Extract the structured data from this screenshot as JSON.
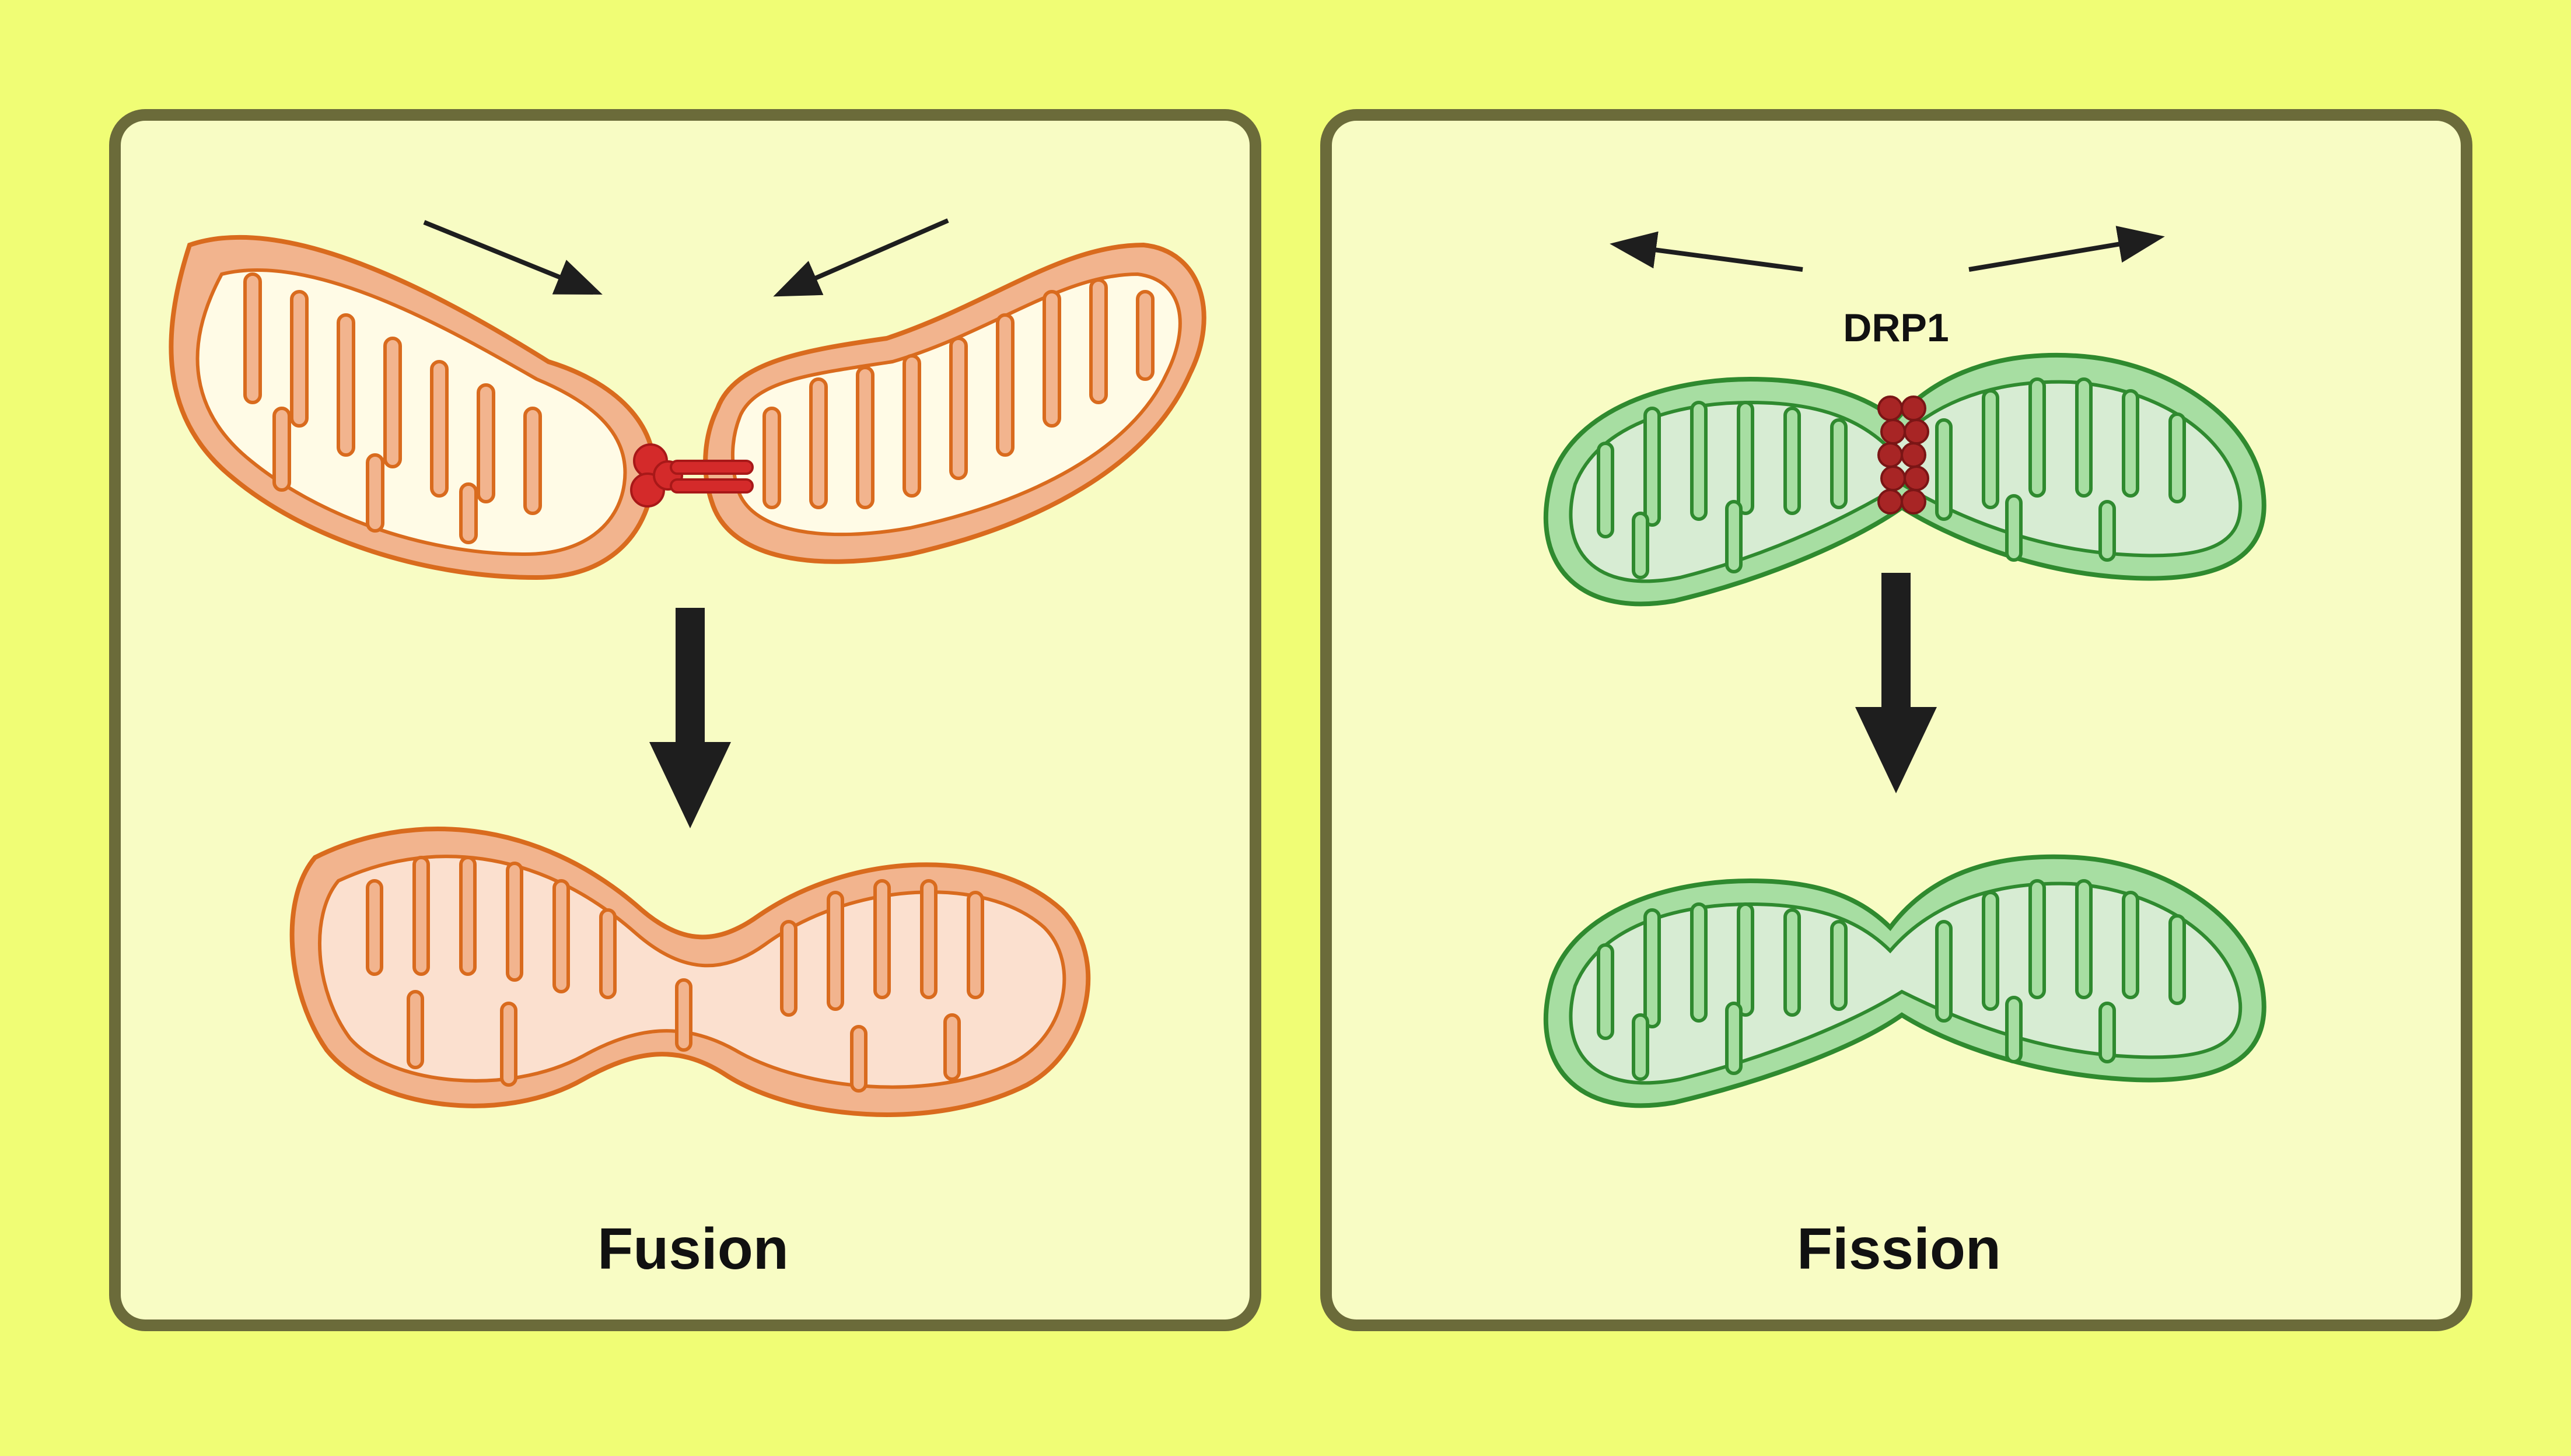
{
  "panels": {
    "fusion": {
      "caption": "Fusion"
    },
    "fission": {
      "caption": "Fission",
      "protein_label": "DRP1"
    }
  },
  "colors": {
    "background": "#f0fd75",
    "panel_fill": "#f8fcc4",
    "panel_border": "#6b6b3a",
    "fusion_fill": "#f2b48e",
    "fusion_matrix": "#fbe0cf",
    "fusion_stroke": "#d96b1e",
    "fusion_protein": "#d42a2a",
    "fission_fill": "#a7dea2",
    "fission_matrix": "#d7ecd3",
    "fission_stroke": "#2f8a2f",
    "drp1_bead": "#a82525",
    "arrow": "#1e1e1e"
  },
  "icons": {
    "fusion_proteins": "mitofusin-tether-icon",
    "fission_protein": "drp1-ring-icon",
    "transition": "down-arrow-icon",
    "movement": "thin-arrow-icon"
  }
}
